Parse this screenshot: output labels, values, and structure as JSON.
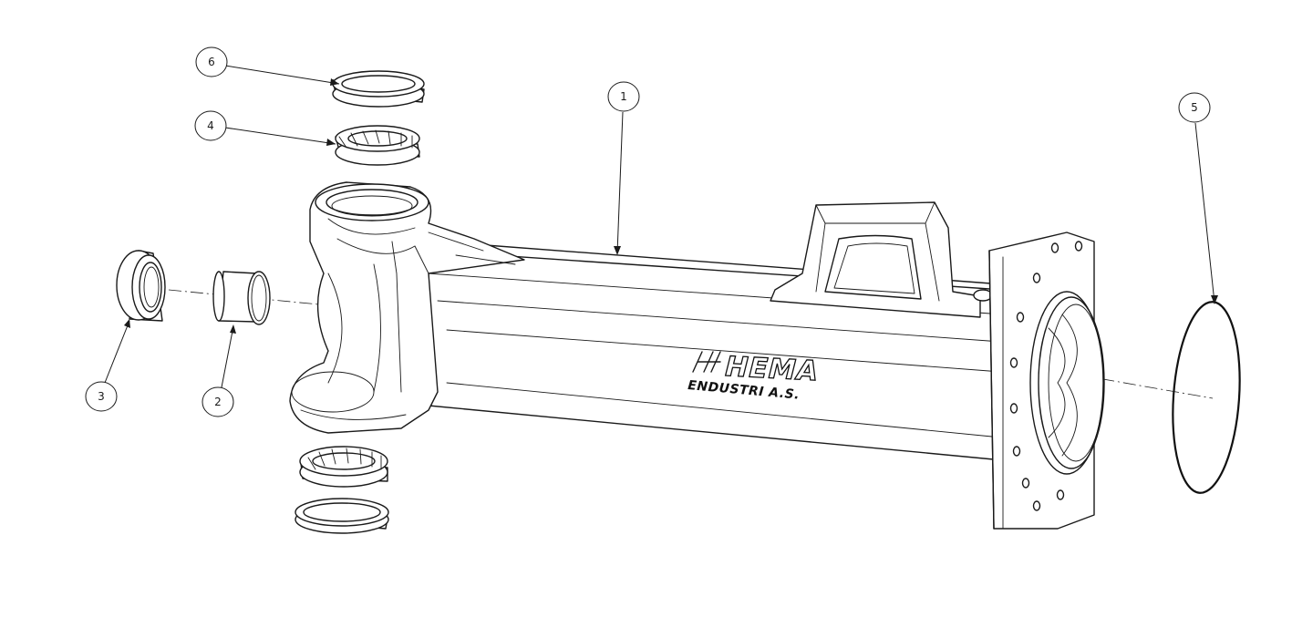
{
  "balloons": [
    {
      "id": "1",
      "label": "1"
    },
    {
      "id": "2",
      "label": "2"
    },
    {
      "id": "3",
      "label": "3"
    },
    {
      "id": "4",
      "label": "4"
    },
    {
      "id": "5",
      "label": "5"
    },
    {
      "id": "6",
      "label": "6"
    }
  ],
  "logo": {
    "brand": "HEMA",
    "company": "ENDUSTRI A.S."
  }
}
